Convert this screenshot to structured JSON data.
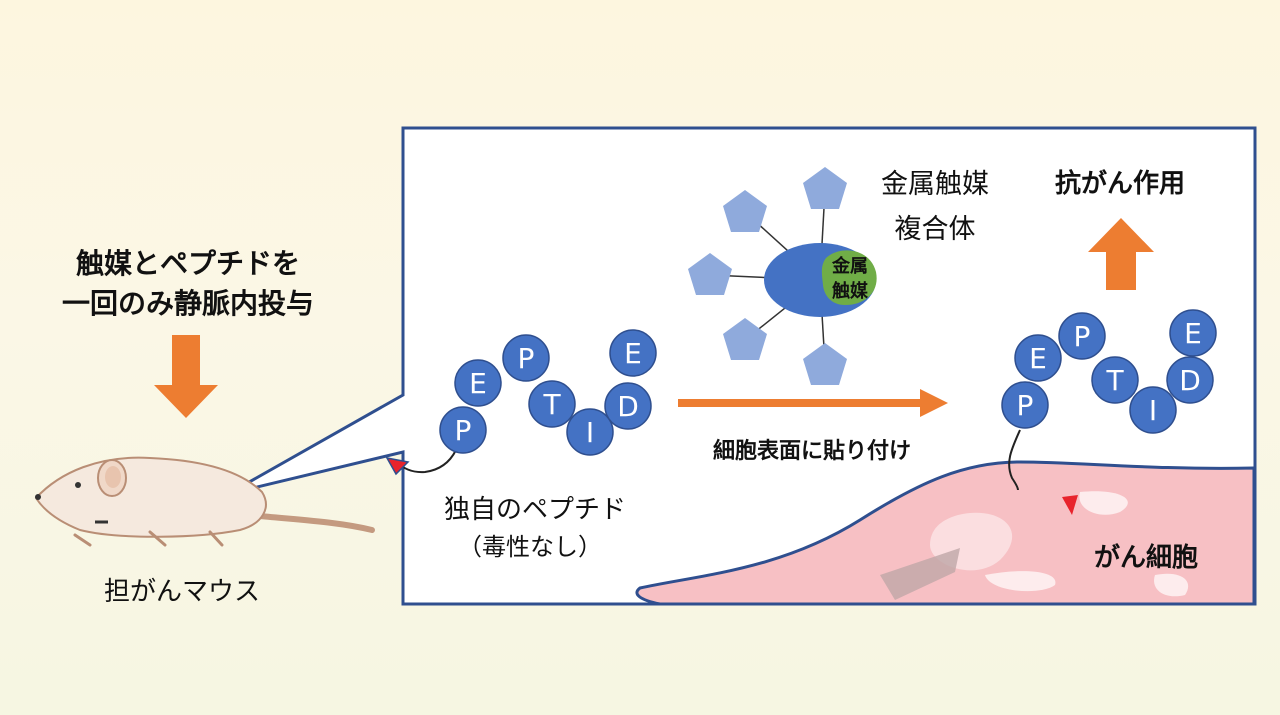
{
  "left_instruction": [
    "触媒とペプチドを",
    "一回のみ静脈内投与"
  ],
  "mouse_label": "担がんマウス",
  "complex_label": [
    "金属触媒",
    "複合体"
  ],
  "catalyst_text": [
    "金属",
    "触媒"
  ],
  "effect_label": "抗がん作用",
  "attach_label": "細胞表面に貼り付け",
  "peptide_label": "独自のペプチド",
  "peptide_note": "（毒性なし）",
  "cancer_cell_label": "がん細胞",
  "peptide_letters_left": [
    "P",
    "E",
    "P",
    "T",
    "I",
    "D",
    "E"
  ],
  "peptide_letters_right": [
    "P",
    "E",
    "P",
    "T",
    "I",
    "D",
    "E"
  ],
  "colors": {
    "arrow": "#ed7d31",
    "bead": "#4472c4",
    "pentagon": "#8faadc",
    "frame": "#2f4f8f",
    "catalyst_green": "#70ad47",
    "cell": "#f7c0c4",
    "marker_red": "#e8232c"
  }
}
